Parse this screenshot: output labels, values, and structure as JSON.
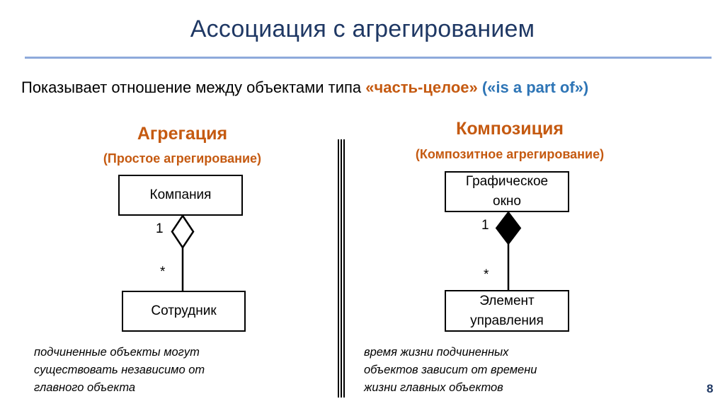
{
  "slide": {
    "title": "Ассоциация с агрегированием",
    "page_number": "8"
  },
  "intro": {
    "prefix": "Показывает отношение между объектами типа ",
    "highlight_ru": "«часть-целое»",
    "highlight_en": "(«is a part of»)"
  },
  "aggregation": {
    "heading": "Агрегация",
    "subheading": "(Простое агрегирование)",
    "whole_class": "Компания",
    "part_class": "Сотрудник",
    "whole_multiplicity": "1",
    "part_multiplicity": "*",
    "note_lines": [
      "подчиненные объекты могут",
      "существовать независимо от",
      "главного объекта"
    ]
  },
  "composition": {
    "heading": "Композиция",
    "subheading": "(Композитное агрегирование)",
    "whole_class_lines": [
      "Графическое",
      "окно"
    ],
    "part_class_lines": [
      "Элемент",
      "управления"
    ],
    "whole_multiplicity": "1",
    "part_multiplicity": "*",
    "note_lines": [
      "время жизни подчиненных",
      "объектов зависит от времени",
      "жизни главных объектов"
    ]
  },
  "colors": {
    "title": "#1f3864",
    "accent_orange": "#c55a11",
    "accent_blue": "#2e75b6",
    "rule": "#8eaadb"
  }
}
